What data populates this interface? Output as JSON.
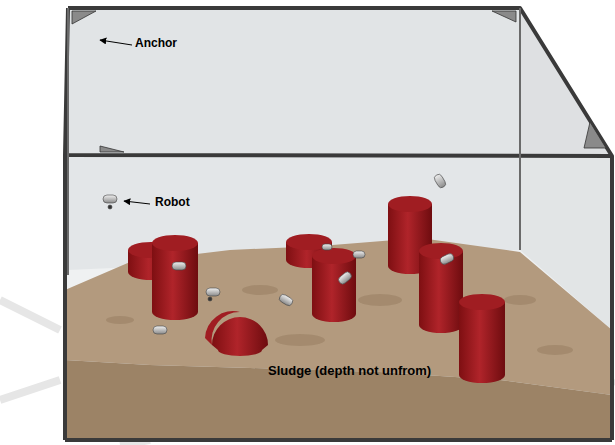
{
  "diagram": {
    "labels": [
      "Anchor",
      "Robot",
      "Sludge (depth not unfrom)"
    ]
  }
}
